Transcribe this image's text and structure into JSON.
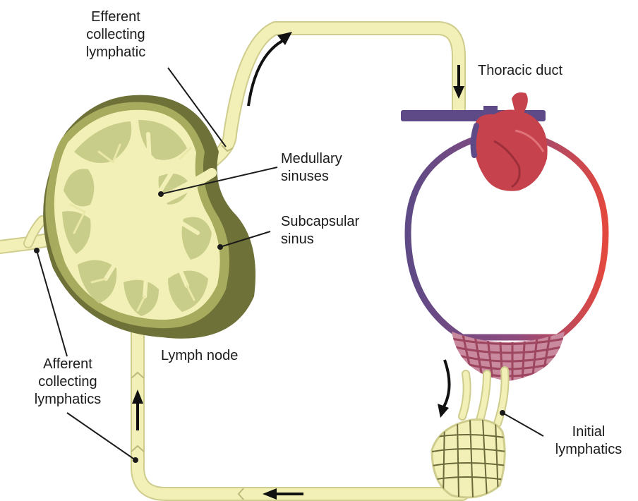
{
  "labels": {
    "efferent": [
      "Efferent",
      "collecting",
      "lymphatic"
    ],
    "thoracic": "Thoracic duct",
    "medullary": [
      "Medullary",
      "sinuses"
    ],
    "subcapsular": [
      "Subcapsular",
      "sinus"
    ],
    "lymph_node": "Lymph node",
    "afferent": [
      "Afferent",
      "collecting",
      "lymphatics"
    ],
    "initial": [
      "Initial",
      "lymphatics"
    ]
  },
  "colors": {
    "lymph_vessel": "#f2f0b6",
    "vessel_edge": "#cfcd8d",
    "node_capsule": "#6f7238",
    "node_cortex": "#a7ab5d",
    "node_follicle": "#ccd08c",
    "venous": "#5e4a86",
    "arterial": "#e3483e",
    "heart": "#c6424c",
    "capillary": "#9e4660",
    "arrow": "#111111"
  }
}
